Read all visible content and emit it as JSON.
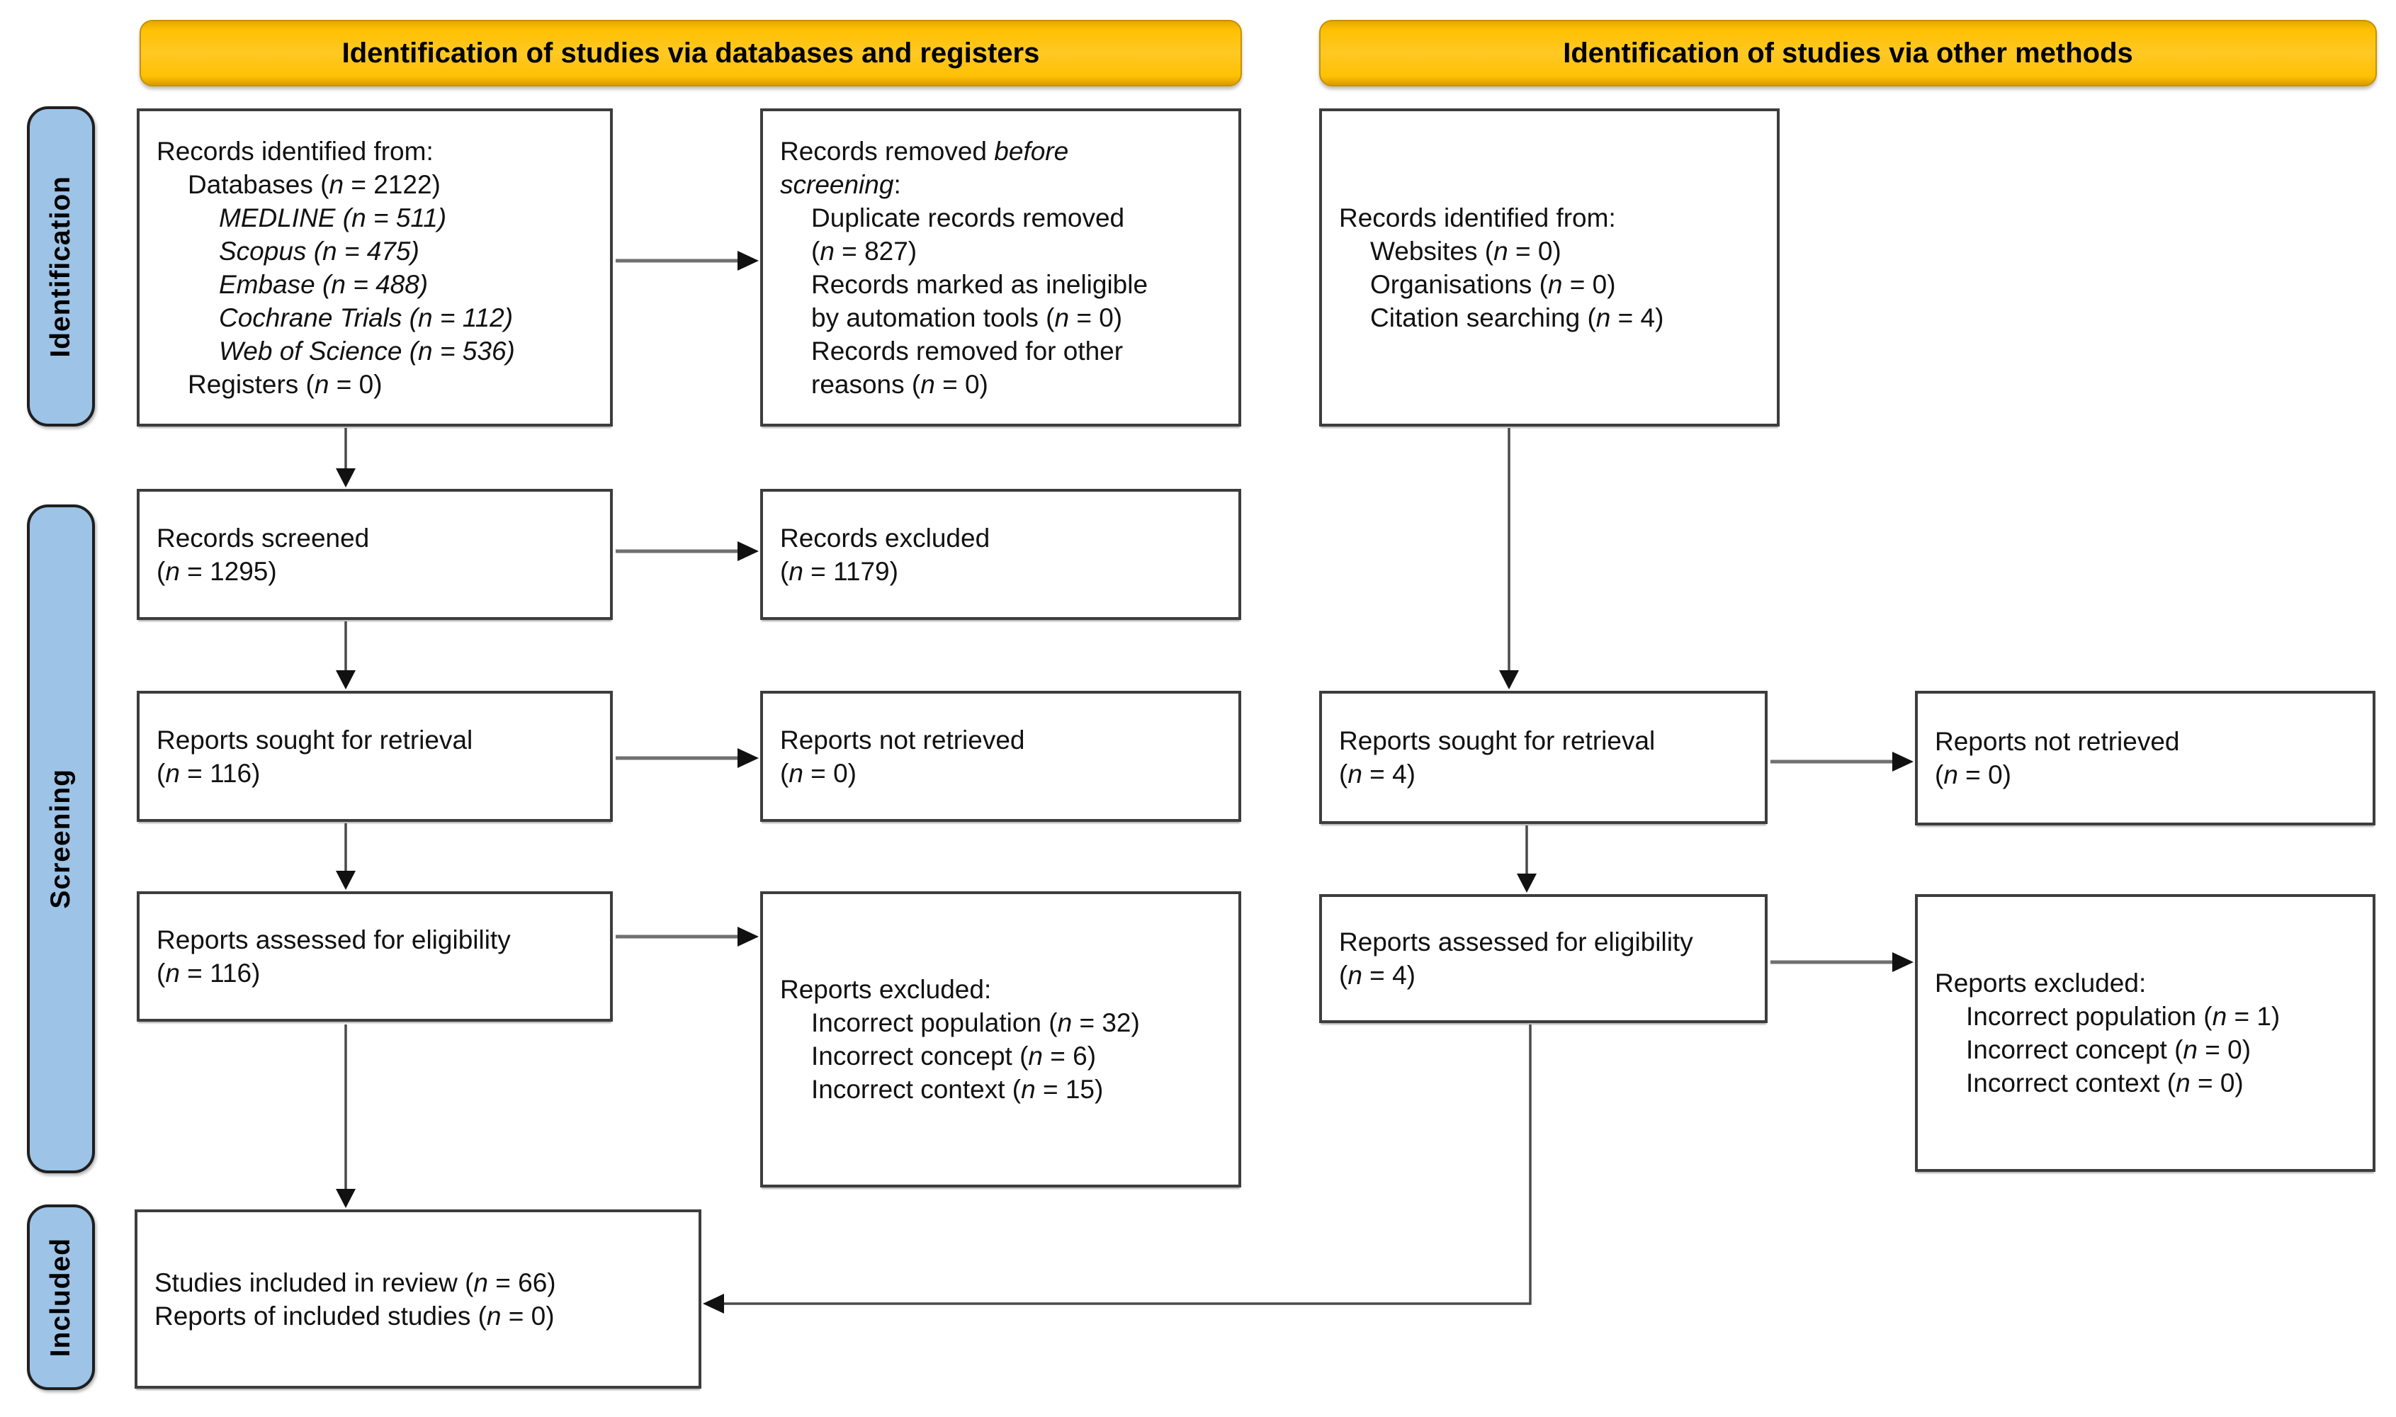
{
  "figure_type": "PRISMA flow diagram",
  "colors": {
    "banner_bg": "#FFC000",
    "banner_border": "#C79100",
    "side_label_bg": "#9DC3E6",
    "box_border": "#3D3D3D",
    "box_bg": "#FFFFFF",
    "arrow": "#707070",
    "arrow_head": "#111111",
    "text": "#111111"
  },
  "banners": {
    "databases": "Identification of studies via databases and registers",
    "other": "Identification of studies via other methods"
  },
  "side_labels": {
    "identification": "Identification",
    "screening": "Screening",
    "included": "Included"
  },
  "boxes": {
    "records_identified_databases": {
      "lines": [
        {
          "indent": 0,
          "segs": [
            [
              "Records identified from:",
              0
            ]
          ]
        },
        {
          "indent": 1,
          "segs": [
            [
              "Databases (",
              0
            ],
            [
              "n",
              1
            ],
            [
              " = 2122)",
              0
            ]
          ]
        },
        {
          "indent": 2,
          "segs": [
            [
              "MEDLINE (n = 511)",
              1
            ]
          ]
        },
        {
          "indent": 2,
          "segs": [
            [
              "Scopus (n = 475)",
              1
            ]
          ]
        },
        {
          "indent": 2,
          "segs": [
            [
              "Embase (n = 488)",
              1
            ]
          ]
        },
        {
          "indent": 2,
          "segs": [
            [
              "Cochrane Trials (n = 112)",
              1
            ]
          ]
        },
        {
          "indent": 2,
          "segs": [
            [
              "Web of Science (n = 536)",
              1
            ]
          ]
        },
        {
          "indent": 1,
          "segs": [
            [
              "Registers (",
              0
            ],
            [
              "n",
              1
            ],
            [
              " = 0)",
              0
            ]
          ]
        }
      ]
    },
    "records_removed": {
      "lines": [
        {
          "indent": 0,
          "segs": [
            [
              "Records removed ",
              0
            ],
            [
              "before",
              1
            ]
          ]
        },
        {
          "indent": 0,
          "segs": [
            [
              "screening",
              1
            ],
            [
              ":",
              0
            ]
          ]
        },
        {
          "indent": 1,
          "segs": [
            [
              "Duplicate records removed",
              0
            ]
          ]
        },
        {
          "indent": 1,
          "segs": [
            [
              "(",
              0
            ],
            [
              "n",
              1
            ],
            [
              " = 827)",
              0
            ]
          ]
        },
        {
          "indent": 1,
          "segs": [
            [
              "Records marked as ineligible",
              0
            ]
          ]
        },
        {
          "indent": 1,
          "segs": [
            [
              "by automation tools (",
              0
            ],
            [
              "n",
              1
            ],
            [
              " = 0)",
              0
            ]
          ]
        },
        {
          "indent": 1,
          "segs": [
            [
              "Records removed for other",
              0
            ]
          ]
        },
        {
          "indent": 1,
          "segs": [
            [
              "reasons (",
              0
            ],
            [
              "n",
              1
            ],
            [
              " = 0)",
              0
            ]
          ]
        }
      ]
    },
    "records_identified_other": {
      "lines": [
        {
          "indent": 0,
          "segs": [
            [
              "Records identified from:",
              0
            ]
          ]
        },
        {
          "indent": 1,
          "segs": [
            [
              "Websites (",
              0
            ],
            [
              "n",
              1
            ],
            [
              " = 0)",
              0
            ]
          ]
        },
        {
          "indent": 1,
          "segs": [
            [
              "Organisations (",
              0
            ],
            [
              "n",
              1
            ],
            [
              " = 0)",
              0
            ]
          ]
        },
        {
          "indent": 1,
          "segs": [
            [
              "Citation searching (",
              0
            ],
            [
              "n",
              1
            ],
            [
              " = 4)",
              0
            ]
          ]
        }
      ]
    },
    "records_screened": {
      "lines": [
        {
          "indent": 0,
          "segs": [
            [
              "Records screened",
              0
            ]
          ]
        },
        {
          "indent": 0,
          "segs": [
            [
              "(",
              0
            ],
            [
              "n",
              1
            ],
            [
              " = 1295)",
              0
            ]
          ]
        }
      ]
    },
    "records_excluded": {
      "lines": [
        {
          "indent": 0,
          "segs": [
            [
              "Records excluded",
              0
            ]
          ]
        },
        {
          "indent": 0,
          "segs": [
            [
              "(",
              0
            ],
            [
              "n",
              1
            ],
            [
              " = 1179)",
              0
            ]
          ]
        }
      ]
    },
    "reports_sought_db": {
      "lines": [
        {
          "indent": 0,
          "segs": [
            [
              "Reports sought for retrieval",
              0
            ]
          ]
        },
        {
          "indent": 0,
          "segs": [
            [
              "(",
              0
            ],
            [
              "n",
              1
            ],
            [
              " = 116)",
              0
            ]
          ]
        }
      ]
    },
    "reports_not_retrieved_db": {
      "lines": [
        {
          "indent": 0,
          "segs": [
            [
              "Reports not retrieved",
              0
            ]
          ]
        },
        {
          "indent": 0,
          "segs": [
            [
              "(",
              0
            ],
            [
              "n",
              1
            ],
            [
              " = 0)",
              0
            ]
          ]
        }
      ]
    },
    "reports_sought_other": {
      "lines": [
        {
          "indent": 0,
          "segs": [
            [
              "Reports sought for retrieval",
              0
            ]
          ]
        },
        {
          "indent": 0,
          "segs": [
            [
              "(",
              0
            ],
            [
              "n",
              1
            ],
            [
              " = 4)",
              0
            ]
          ]
        }
      ]
    },
    "reports_not_retrieved_other": {
      "lines": [
        {
          "indent": 0,
          "segs": [
            [
              "Reports not retrieved",
              0
            ]
          ]
        },
        {
          "indent": 0,
          "segs": [
            [
              "(",
              0
            ],
            [
              "n",
              1
            ],
            [
              " = 0)",
              0
            ]
          ]
        }
      ]
    },
    "reports_assessed_db": {
      "lines": [
        {
          "indent": 0,
          "segs": [
            [
              "Reports assessed for eligibility",
              0
            ]
          ]
        },
        {
          "indent": 0,
          "segs": [
            [
              "(",
              0
            ],
            [
              "n",
              1
            ],
            [
              " = 116)",
              0
            ]
          ]
        }
      ]
    },
    "reports_excluded_db": {
      "lines": [
        {
          "indent": 0,
          "segs": [
            [
              "Reports excluded:",
              0
            ]
          ]
        },
        {
          "indent": 1,
          "segs": [
            [
              "Incorrect population (",
              0
            ],
            [
              "n",
              1
            ],
            [
              " = 32)",
              0
            ]
          ]
        },
        {
          "indent": 1,
          "segs": [
            [
              "Incorrect concept (",
              0
            ],
            [
              "n",
              1
            ],
            [
              " = 6)",
              0
            ]
          ]
        },
        {
          "indent": 1,
          "segs": [
            [
              "Incorrect context (",
              0
            ],
            [
              "n",
              1
            ],
            [
              " = 15)",
              0
            ]
          ]
        }
      ]
    },
    "reports_assessed_other": {
      "lines": [
        {
          "indent": 0,
          "segs": [
            [
              "Reports assessed for eligibility",
              0
            ]
          ]
        },
        {
          "indent": 0,
          "segs": [
            [
              "(",
              0
            ],
            [
              "n",
              1
            ],
            [
              " = 4)",
              0
            ]
          ]
        }
      ]
    },
    "reports_excluded_other": {
      "lines": [
        {
          "indent": 0,
          "segs": [
            [
              "Reports excluded:",
              0
            ]
          ]
        },
        {
          "indent": 1,
          "segs": [
            [
              "Incorrect population (",
              0
            ],
            [
              "n",
              1
            ],
            [
              " = 1)",
              0
            ]
          ]
        },
        {
          "indent": 1,
          "segs": [
            [
              "Incorrect concept (",
              0
            ],
            [
              "n",
              1
            ],
            [
              " = 0)",
              0
            ]
          ]
        },
        {
          "indent": 1,
          "segs": [
            [
              "Incorrect context (",
              0
            ],
            [
              "n",
              1
            ],
            [
              " = 0)",
              0
            ]
          ]
        }
      ]
    },
    "studies_included": {
      "lines": [
        {
          "indent": 0,
          "segs": [
            [
              "Studies included in review (",
              0
            ],
            [
              "n",
              1
            ],
            [
              " = 66)",
              0
            ]
          ]
        },
        {
          "indent": 0,
          "segs": [
            [
              "Reports of included studies (",
              0
            ],
            [
              "n",
              1
            ],
            [
              " = 0)",
              0
            ]
          ]
        }
      ]
    }
  }
}
